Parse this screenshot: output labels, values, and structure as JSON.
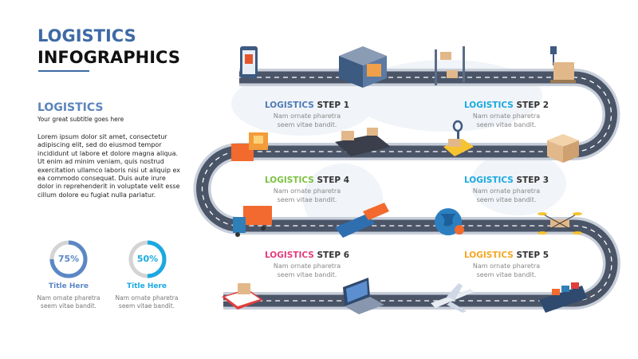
{
  "header": {
    "title_line1": "LOGISTICS",
    "title_line2": "INFOGRAPHICS"
  },
  "intro": {
    "heading": "LOGISTICS",
    "subtitle": "Your great subtitle goes here",
    "body": "Lorem ipsum dolor sit amet, consectetur adipiscing elit, sed do eiusmod tempor incididunt ut labore et dolore magna aliqua. Ut enim ad minim veniam, quis nostrud exercitation ullamco laboris nisi ut aliquip ex ea commodo consequat. Duis aute irure dolor in reprehenderit in voluptate velit esse cillum dolore eu fugiat nulla pariatur."
  },
  "circles": [
    {
      "percent": 75,
      "label": "75%",
      "title": "Title Here",
      "desc1": "Nam ornate pharetra",
      "desc2": "seem vitae bandit.",
      "color": "#5b87c5"
    },
    {
      "percent": 50,
      "label": "50%",
      "title": "Title Here",
      "desc1": "Nam ornate pharetra",
      "desc2": "seem vitae bandit.",
      "color": "#1aa9e1"
    }
  ],
  "steps": [
    {
      "word": "LOGISTICS",
      "step": "STEP 1",
      "desc1": "Nam ornate pharetra",
      "desc2": "seem vitae bandit.",
      "color": "#4f7bb6"
    },
    {
      "word": "LOGISTICS",
      "step": "STEP 2",
      "desc1": "Nam ornate pharetra",
      "desc2": "seem vitae bandit.",
      "color": "#1aa9e1"
    },
    {
      "word": "LOGISTICS",
      "step": "STEP 3",
      "desc1": "Nam ornate pharetra",
      "desc2": "seem vitae bandit.",
      "color": "#1aa9e1"
    },
    {
      "word": "LOGISTICS",
      "step": "STEP 4",
      "desc1": "Nam ornate pharetra",
      "desc2": "seem vitae bandit.",
      "color": "#7cc242"
    },
    {
      "word": "LOGISTICS",
      "step": "STEP 5",
      "desc1": "Nam ornate pharetra",
      "desc2": "seem vitae bandit.",
      "color": "#f5a623"
    },
    {
      "word": "LOGISTICS",
      "step": "STEP 6",
      "desc1": "Nam ornate pharetra",
      "desc2": "seem vitae bandit.",
      "color": "#e23d7d"
    }
  ]
}
